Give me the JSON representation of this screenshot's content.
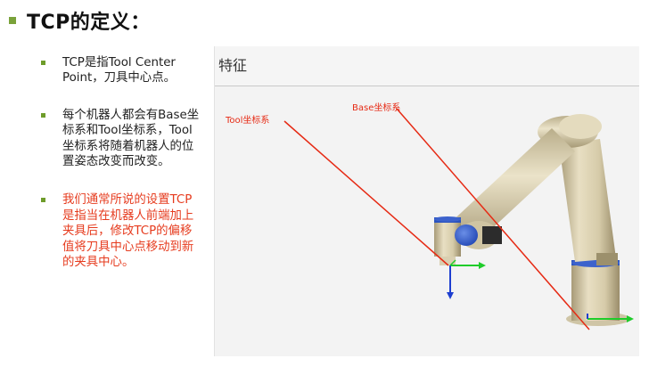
{
  "title": "TCP的定义：",
  "bullets": [
    {
      "text": "TCP是指Tool Center Point，刀具中心点。"
    },
    {
      "text": "每个机器人都会有Base坐标系和Tool坐标系，Tool坐标系将随着机器人的位置姿态改变而改变。"
    },
    {
      "text": "我们通常所说的设置TCP是指当在机器人前端加上夹具后，修改TCP的偏移值将刀具中心点移动到新的夹具中心。"
    }
  ],
  "figure": {
    "panel_title": "特征",
    "label_tool": "Tool坐标系",
    "label_base": "Base坐标系"
  },
  "colors": {
    "accent": "#7aa23a",
    "highlight": "#e63b1e"
  }
}
